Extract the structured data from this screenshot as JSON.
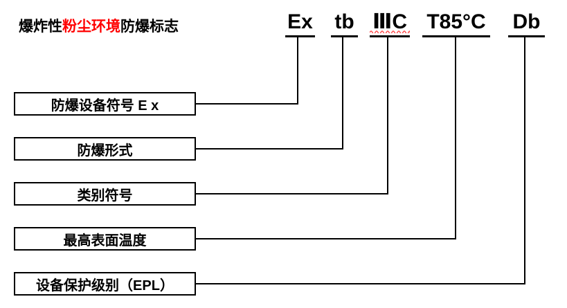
{
  "title": {
    "prefix": "爆炸性",
    "highlight": "粉尘环境",
    "suffix": "防爆标志"
  },
  "marking": {
    "full_code": "Ex tb ⅢC T85°C Db",
    "components": [
      {
        "code": "Ex",
        "meaning": "防爆设备符号 E x"
      },
      {
        "code": "tb",
        "meaning": "防爆形式"
      },
      {
        "code": "ⅢC",
        "meaning": "类别符号"
      },
      {
        "code": "T85°C",
        "meaning": "最高表面温度"
      },
      {
        "code": "Db",
        "meaning": "设备保护级别（EPL）"
      }
    ]
  },
  "colors": {
    "title_highlight": "#FF0000",
    "spellcheck_squiggle": "#FF4D4D",
    "line": "#000000",
    "background": "#FFFFFF"
  }
}
